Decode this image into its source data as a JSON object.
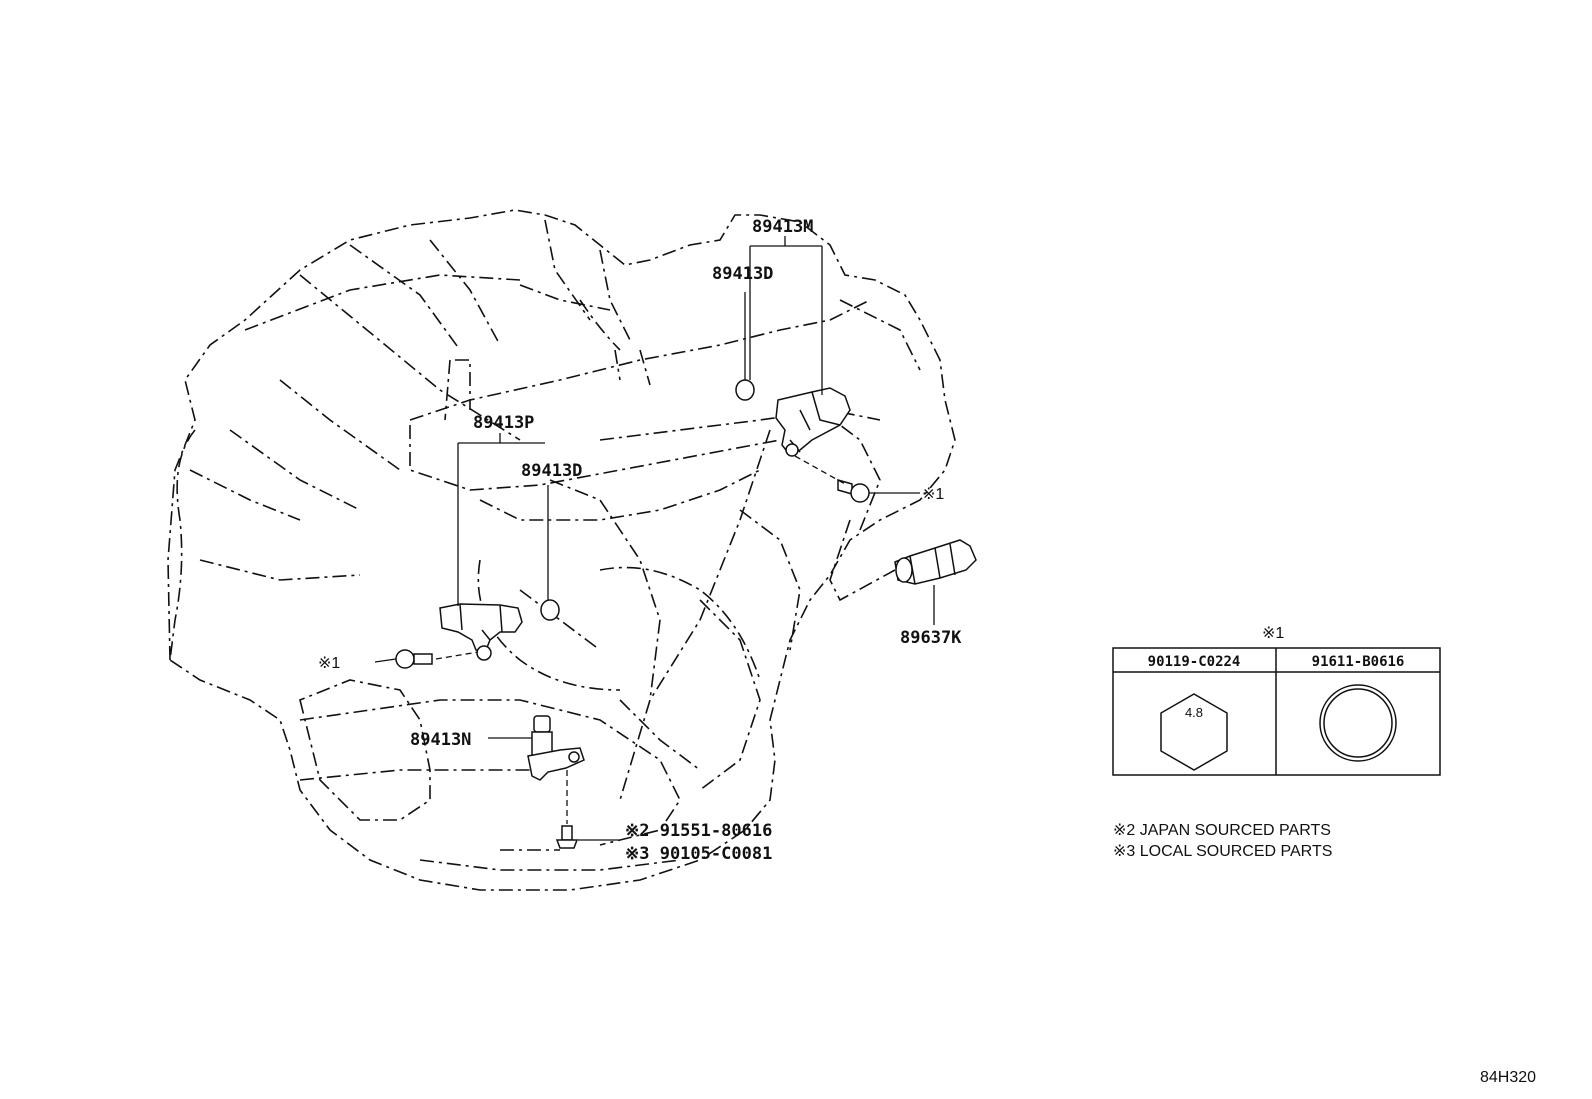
{
  "callouts": {
    "p89413M": "89413M",
    "p89413D_top": "89413D",
    "p89413P": "89413P",
    "p89413D_mid": "89413D",
    "p89637K": "89637K",
    "p89413N": "89413N",
    "ref1_right": "※1",
    "ref1_left": "※1",
    "bolt_japan": "※2 91551-80616",
    "bolt_local": "※3 90105-C0081"
  },
  "legend": {
    "ref": "※1",
    "col1": "90119-C0224",
    "col2": "91611-B0616",
    "hex_size": "4.8"
  },
  "notes": {
    "japan": "※2 JAPAN SOURCED PARTS",
    "local": "※3 LOCAL SOURCED PARTS"
  },
  "diagram_code": "84H320"
}
